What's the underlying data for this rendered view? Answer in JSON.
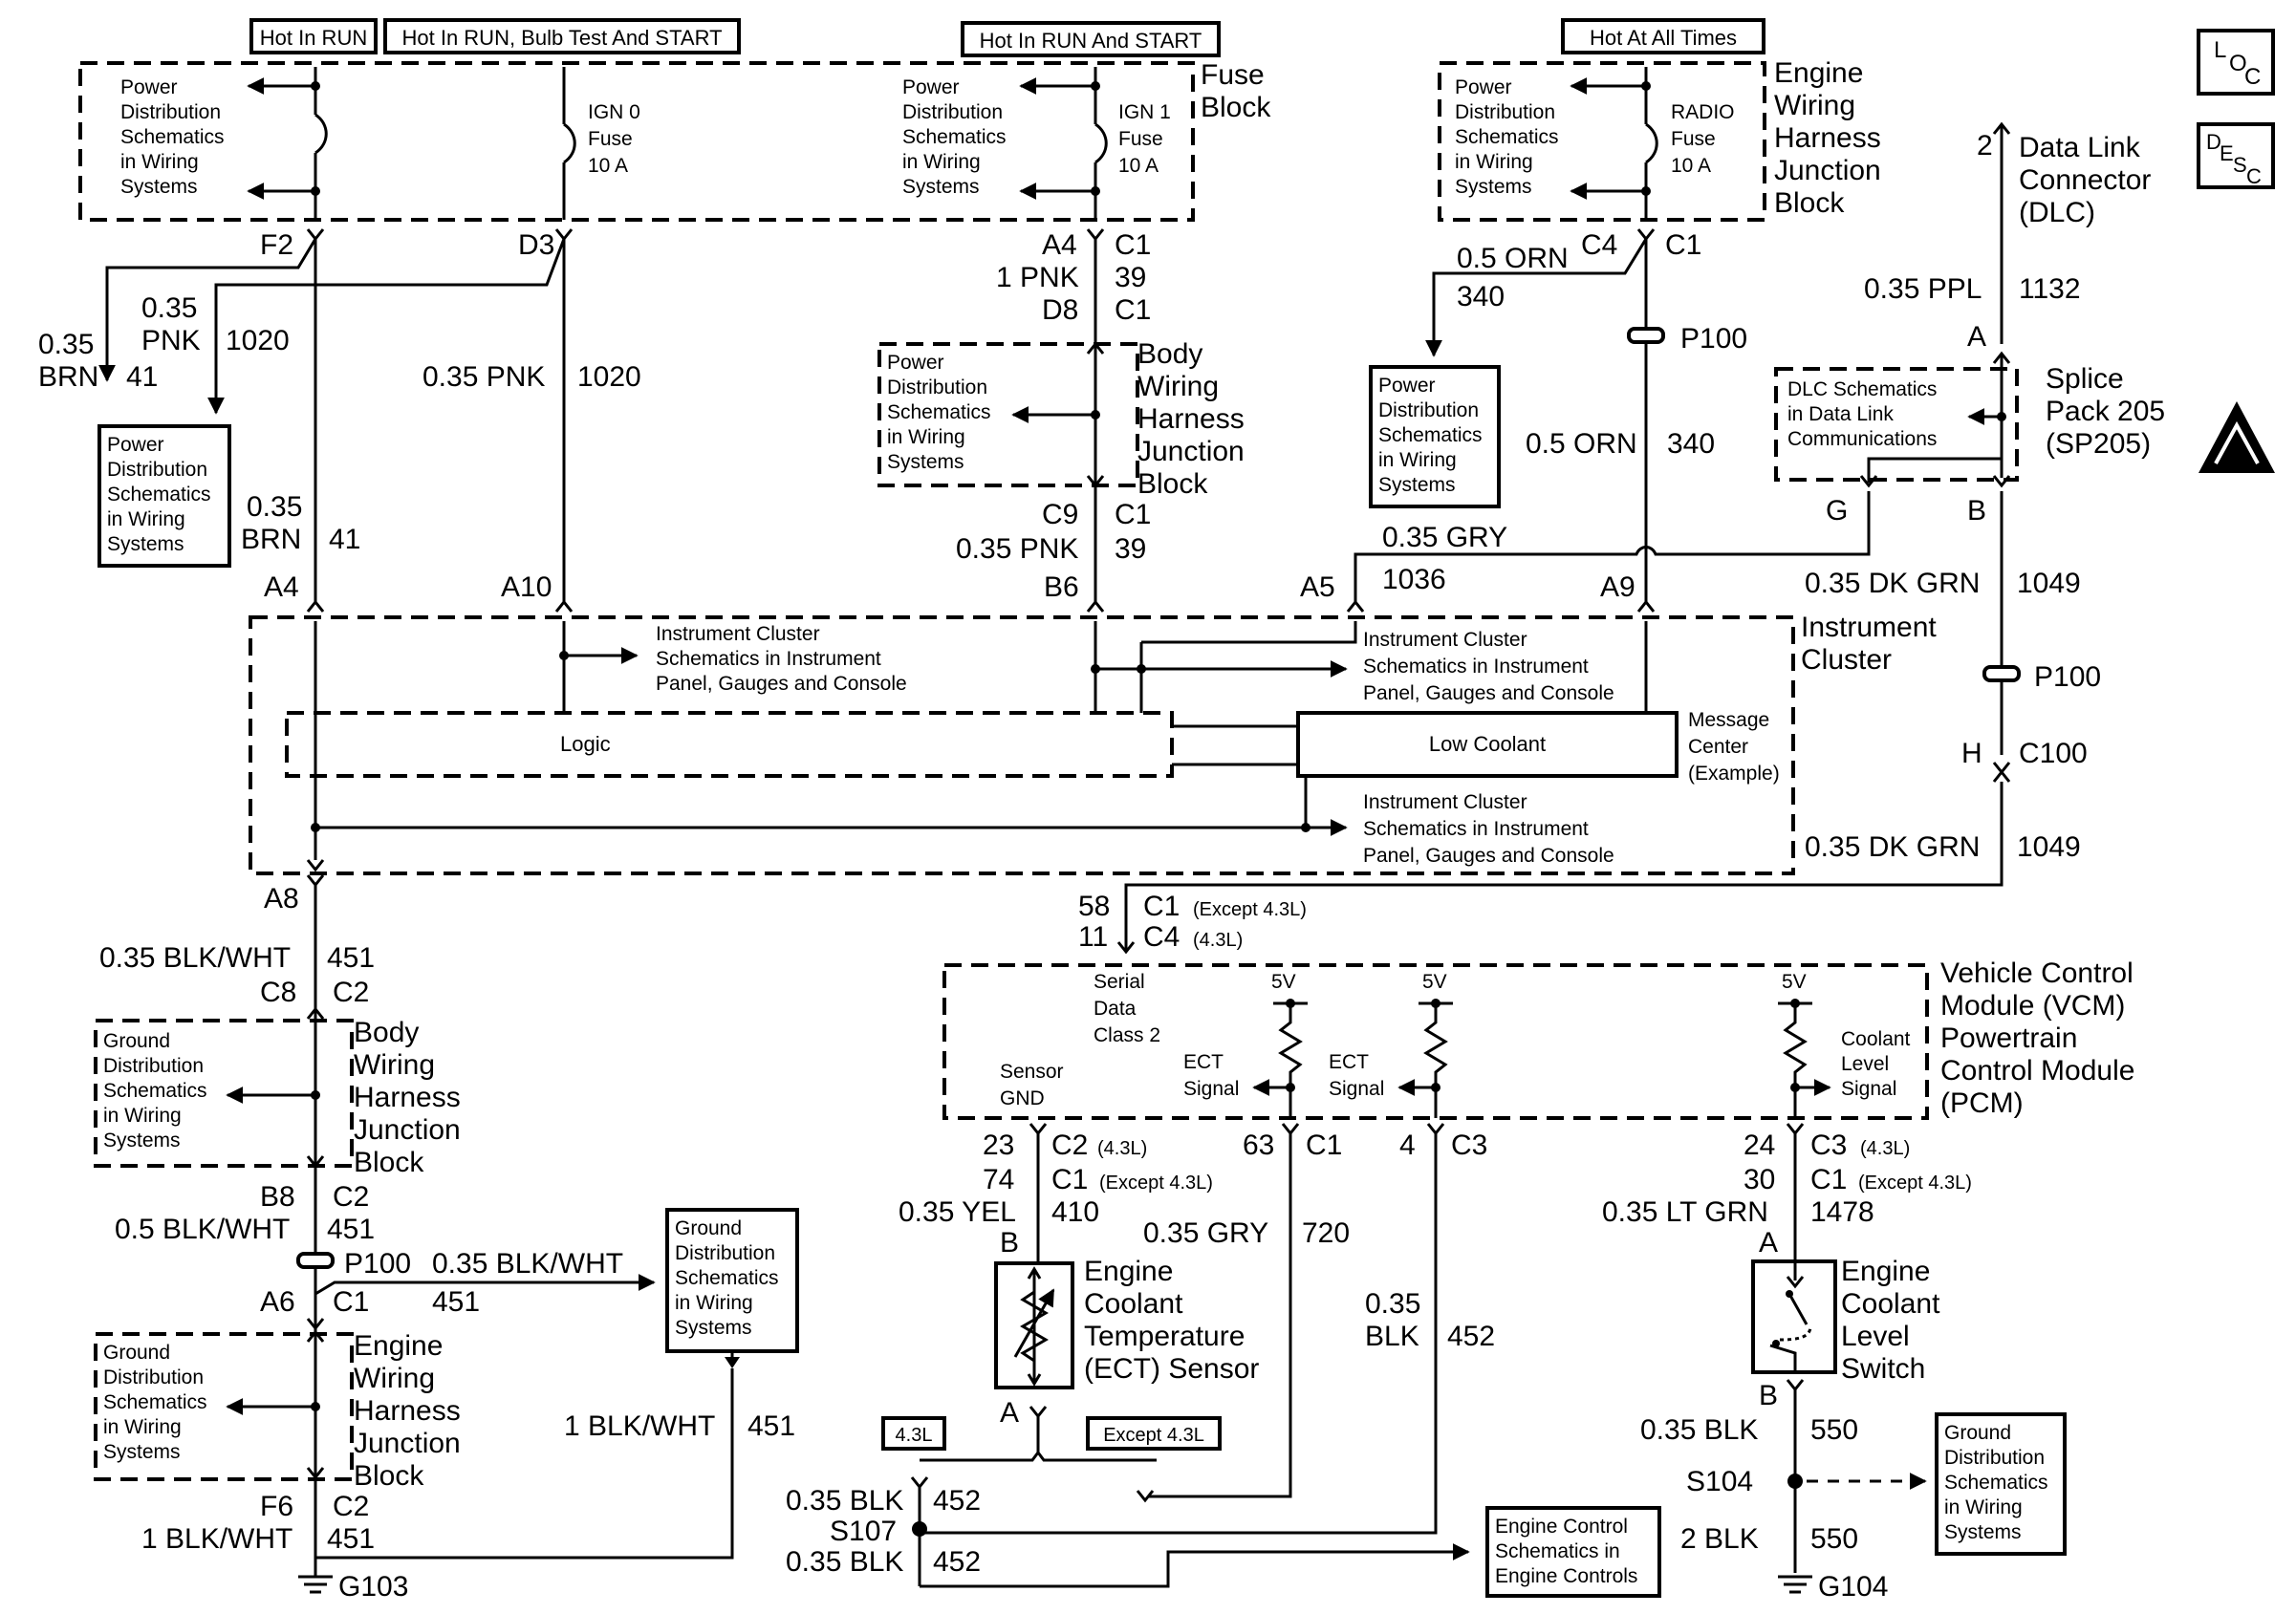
{
  "header_labels": {
    "hot_in_run": "Hot In RUN",
    "hot_in_run_bulb": "Hot In RUN, Bulb Test And START",
    "hot_in_run_start": "Hot In RUN And START",
    "hot_at_all_times": "Hot At All Times"
  },
  "corner_icons": {
    "loc_a": "L",
    "loc_b": "O",
    "loc_c": "C",
    "desc_a": "D",
    "desc_b": "E",
    "desc_c": "S",
    "desc_d": "C"
  },
  "fuse_block": {
    "title_1": "Fuse",
    "title_2": "Block",
    "power_dist_1": [
      "Power",
      "Distribution",
      "Schematics",
      "in Wiring",
      "Systems"
    ],
    "ign0": [
      "IGN 0",
      "Fuse",
      "10 A"
    ],
    "power_dist_2": [
      "Power",
      "Distribution",
      "Schematics",
      "in Wiring",
      "Systems"
    ],
    "ign1": [
      "IGN 1",
      "Fuse",
      "10 A"
    ]
  },
  "ewh_junction": {
    "title": [
      "Engine",
      "Wiring",
      "Harness",
      "Junction",
      "Block"
    ],
    "power_dist": [
      "Power",
      "Distribution",
      "Schematics",
      "in Wiring",
      "Systems"
    ],
    "radio": [
      "RADIO",
      "Fuse",
      "10 A"
    ]
  },
  "dlc": {
    "pin": "2",
    "title": [
      "Data Link",
      "Connector",
      "(DLC)"
    ],
    "wire": "0.35 PPL",
    "circuit": "1132"
  },
  "splice_pack": {
    "pin_a": "A",
    "title": [
      "Splice",
      "Pack 205",
      "(SP205)"
    ],
    "dlc_schem": [
      "DLC Schematics",
      "in Data Link",
      "Communications"
    ],
    "pin_g": "G",
    "pin_b": "B"
  },
  "left_branch": {
    "f2": "F2",
    "d3": "D3",
    "wire_pnk_size": "0.35",
    "wire_pnk_color": "PNK",
    "wire_pnk_circuit": "1020",
    "wire_brn_size": "0.35",
    "wire_brn_color": "BRN",
    "wire_brn_circuit": "41",
    "power_dist": [
      "Power",
      "Distribution",
      "Schematics",
      "in Wiring",
      "Systems"
    ],
    "pnk_1020_mid": "0.35 PNK",
    "pnk_1020_mid_circuit": "1020",
    "brn_41_size": "0.35",
    "brn_41_color": "BRN",
    "brn_41_circuit": "41",
    "a4": "A4",
    "a10": "A10"
  },
  "body_junction_top": {
    "a4": "A4",
    "c1": "C1",
    "wire_1": "1 PNK",
    "wire_1_circuit": "39",
    "d8": "D8",
    "c1b": "C1",
    "title": [
      "Body",
      "Wiring",
      "Harness",
      "Junction",
      "Block"
    ],
    "power_dist": [
      "Power",
      "Distribution",
      "Schematics",
      "in Wiring",
      "Systems"
    ],
    "c9": "C9",
    "c1c": "C1",
    "wire_2": "0.35 PNK",
    "wire_2_circuit": "39",
    "b6": "B6"
  },
  "radio_branch": {
    "c4": "C4",
    "c1": "C1",
    "wire_orn": "0.5 ORN",
    "wire_orn_circuit": "340",
    "power_dist": [
      "Power",
      "Distribution",
      "Schematics",
      "in Wiring",
      "Systems"
    ],
    "p100": "P100",
    "orn_mid": "0.5 ORN",
    "orn_mid_circuit": "340",
    "gry": "0.35 GRY",
    "gry_circuit": "1036",
    "a5": "A5",
    "a9": "A9",
    "dk_grn": "0.35 DK GRN",
    "dk_grn_circuit": "1049",
    "p100b": "P100",
    "h": "H",
    "c100": "C100",
    "dk_grn_2": "0.35 DK GRN",
    "dk_grn_2_circuit": "1049"
  },
  "instrument_cluster": {
    "title": [
      "Instrument",
      "Cluster"
    ],
    "ref_1": [
      "Instrument Cluster",
      "Schematics in Instrument",
      "Panel, Gauges and Console"
    ],
    "ref_2": [
      "Instrument Cluster",
      "Schematics in Instrument",
      "Panel, Gauges and Console"
    ],
    "ref_3": [
      "Instrument Cluster",
      "Schematics in Instrument",
      "Panel, Gauges and Console"
    ],
    "logic": "Logic",
    "low_coolant": "Low Coolant",
    "message_center": [
      "Message",
      "Center",
      "(Example)"
    ],
    "a8": "A8"
  },
  "ground_left": {
    "wire_1": "0.35 BLK/WHT",
    "wire_1_circuit": "451",
    "c8": "C8",
    "c2": "C2",
    "ground_dist_1": [
      "Ground",
      "Distribution",
      "Schematics",
      "in Wiring",
      "Systems"
    ],
    "body_title": [
      "Body",
      "Wiring",
      "Harness",
      "Junction",
      "Block"
    ],
    "b8": "B8",
    "c2b": "C2",
    "wire_2": "0.5 BLK/WHT",
    "wire_2_circuit": "451",
    "p100": "P100",
    "wire_3": "0.35 BLK/WHT",
    "wire_3_circuit": "451",
    "a6": "A6",
    "c1": "C1",
    "ground_dist_box": [
      "Ground",
      "Distribution",
      "Schematics",
      "in Wiring",
      "Systems"
    ],
    "ground_dist_2": [
      "Ground",
      "Distribution",
      "Schematics",
      "in Wiring",
      "Systems"
    ],
    "engine_title": [
      "Engine",
      "Wiring",
      "Harness",
      "Junction",
      "Block"
    ],
    "wire_4": "1 BLK/WHT",
    "wire_4_circuit": "451",
    "f6": "F6",
    "c2c": "C2",
    "wire_5": "1 BLK/WHT",
    "wire_5_circuit": "451",
    "g103": "G103"
  },
  "vcm": {
    "pin_58": "58",
    "c1_except": "C1",
    "except_note": "(Except 4.3L)",
    "pin_11": "11",
    "c4": "C4",
    "note_43": "(4.3L)",
    "title": [
      "Vehicle Control",
      "Module (VCM)",
      "Powertrain",
      "Control Module",
      "(PCM)"
    ],
    "serial": [
      "Serial",
      "Data",
      "Class 2"
    ],
    "five_v": "5V",
    "ect_signal": [
      "ECT",
      "Signal"
    ],
    "sensor_gnd": [
      "Sensor",
      "GND"
    ],
    "coolant_level": [
      "Coolant",
      "Level",
      "Signal"
    ]
  },
  "ect_circuit": {
    "pin_23": "23",
    "c2": "C2",
    "note_43": "(4.3L)",
    "pin_74": "74",
    "c1": "C1",
    "except_note": "(Except 4.3L)",
    "yel": "0.35 YEL",
    "yel_circuit": "410",
    "b": "B",
    "sensor": [
      "Engine",
      "Coolant",
      "Temperature",
      "(ECT) Sensor"
    ],
    "a": "A",
    "box_43": "4.3L",
    "box_except": "Except 4.3L",
    "pin_63": "63",
    "c1b": "C1",
    "gry": "0.35 GRY",
    "gry_circuit": "720",
    "pin_4": "4",
    "c3": "C3",
    "blk_size": "0.35",
    "blk_color": "BLK",
    "blk_circuit": "452",
    "blk_1": "0.35 BLK",
    "blk_1_circuit": "452",
    "s107": "S107",
    "blk_2": "0.35 BLK",
    "blk_2_circuit": "452",
    "engine_control": [
      "Engine Control",
      "Schematics in",
      "Engine Controls"
    ]
  },
  "level_switch": {
    "pin_24": "24",
    "c3": "C3",
    "note_43": "(4.3L)",
    "pin_30": "30",
    "c1": "C1",
    "except_note": "(Except 4.3L)",
    "lt_grn": "0.35 LT GRN",
    "lt_grn_circuit": "1478",
    "a": "A",
    "title": [
      "Engine",
      "Coolant",
      "Level",
      "Switch"
    ],
    "b": "B",
    "blk": "0.35 BLK",
    "blk_circuit": "550",
    "s104": "S104",
    "ground_dist": [
      "Ground",
      "Distribution",
      "Schematics",
      "in Wiring",
      "Systems"
    ],
    "blk_2": "2 BLK",
    "blk_2_circuit": "550",
    "g104": "G104"
  }
}
